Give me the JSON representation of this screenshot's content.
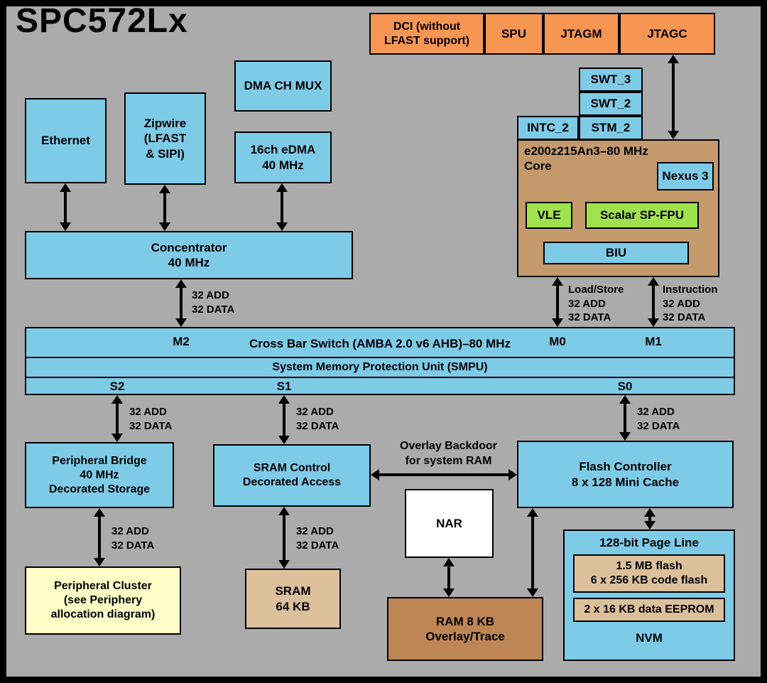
{
  "title": "SPC572Lx",
  "colors": {
    "background": "#ababab",
    "blue": "#7ecbe8",
    "orange": "#f79552",
    "core_tan": "#c49a6c",
    "green": "#a0e24e",
    "cream": "#ffffc8",
    "sand": "#dcc09c",
    "brown": "#bd8654"
  },
  "top": {
    "dci": "DCI (without\nLFAST support)",
    "spu": "SPU",
    "jtagm": "JTAGM",
    "jtagc": "JTAGC"
  },
  "timers": {
    "swt3": "SWT_3",
    "swt2": "SWT_2",
    "intc2": "INTC_2",
    "stm2": "STM_2"
  },
  "core": {
    "label": "e200z215An3–80 MHz\nCore",
    "nexus": "Nexus 3",
    "vle": "VLE",
    "fpu": "Scalar SP-FPU",
    "biu": "BIU"
  },
  "left": {
    "ethernet": "Ethernet",
    "zipwire": "Zipwire\n(LFAST\n& SIPI)",
    "dma_mux": "DMA CH MUX",
    "edma": "16ch eDMA\n40 MHz",
    "concentrator": "Concentrator\n40 MHz"
  },
  "bus": {
    "add_data": "32 ADD\n32 DATA",
    "load_store": "Load/Store\n32 ADD\n32 DATA",
    "instruction": "Instruction\n32 ADD\n32 DATA"
  },
  "crossbar": {
    "title": "Cross Bar Switch (AMBA 2.0 v6 AHB)–80 MHz",
    "smpu": "System Memory Protection Unit (SMPU)",
    "m2": "M2",
    "m0": "M0",
    "m1": "M1",
    "s2": "S2",
    "s1": "S1",
    "s0": "S0"
  },
  "bottom": {
    "peripheral_bridge": "Peripheral Bridge\n40 MHz\nDecorated Storage",
    "sram_control": "SRAM Control\nDecorated Access",
    "flash_controller": "Flash Controller\n8 x 128 Mini Cache",
    "overlay_backdoor": "Overlay Backdoor\nfor system RAM",
    "nar": "NAR",
    "peripheral_cluster": "Peripheral Cluster\n(see Periphery\nallocation diagram)",
    "sram": "SRAM\n64 KB",
    "ram_overlay": "RAM 8 KB\nOverlay/Trace",
    "page_line_title": "128-bit Page Line",
    "code_flash": "1.5 MB flash\n6 x 256 KB code flash",
    "eeprom": "2 x 16 KB data EEPROM",
    "nvm": "NVM"
  }
}
